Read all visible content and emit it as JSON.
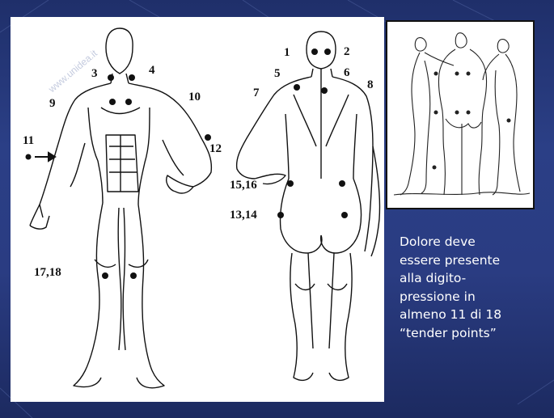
{
  "points": {
    "p1": "1",
    "p2": "2",
    "p3": "3",
    "p4": "4",
    "p5": "5",
    "p6": "6",
    "p7": "7",
    "p8": "8",
    "p9": "9",
    "p10": "10",
    "p11": "11",
    "p12": "12",
    "p13_14": "13,14",
    "p15_16": "15,16",
    "p17_18": "17,18"
  },
  "caption": {
    "line1": "Dolore deve",
    "line2": "essere presente",
    "line3": "alla digito-",
    "line4": "pressione in",
    "line5": "almeno 11 di 18",
    "line6": "“tender points”"
  },
  "watermark": "www.unidea.it",
  "colors": {
    "background": "#2b3f86",
    "panel": "#ffffff",
    "ink": "#111111",
    "caption_text": "#ffffff"
  }
}
